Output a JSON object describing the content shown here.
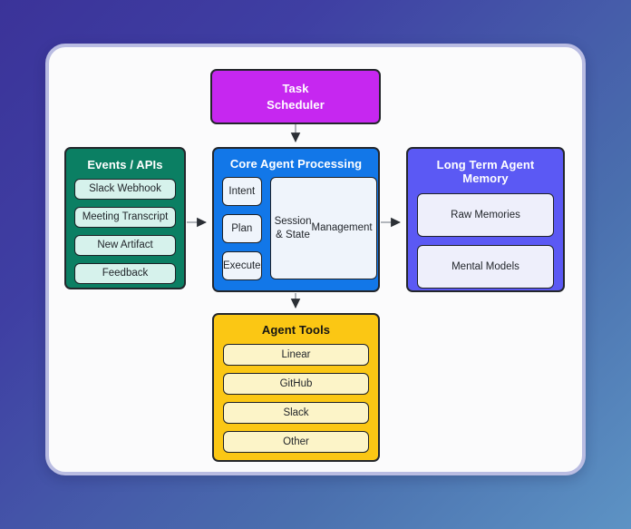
{
  "background": {
    "gradient_from": "#3b3399",
    "gradient_to": "#5d93c4"
  },
  "card": {
    "background": "#fbfbfc",
    "border_color": "#b9bce2"
  },
  "diagram": {
    "type": "flowchart",
    "nodes": [
      {
        "id": "task-scheduler",
        "title": "Task\nScheduler",
        "title_line1": "Task",
        "title_line2": "Scheduler",
        "color": "#c627f0",
        "title_color": "#ffffff",
        "items": []
      },
      {
        "id": "events-apis",
        "title": "Events / APIs",
        "color": "#0b7f63",
        "title_color": "#ffffff",
        "chip_color": "#d6f2ec",
        "items": [
          "Slack Webhook",
          "Meeting Transcript",
          "New Artifact",
          "Feedback"
        ]
      },
      {
        "id": "core-agent-processing",
        "title": "Core Agent Processing",
        "color": "#1277e8",
        "title_color": "#ffffff",
        "chip_color": "#eff4fb",
        "items": [
          "Intent",
          "Plan",
          "Execute"
        ],
        "panel": "Session & State Management",
        "panel_line1": "Session & State",
        "panel_line2": "Management"
      },
      {
        "id": "long-term-agent-memory",
        "title": "Long Term Agent Memory",
        "color": "#5b59f4",
        "title_color": "#ffffff",
        "chip_color": "#eeeffb",
        "items": [
          "Raw Memories",
          "Mental Models"
        ]
      },
      {
        "id": "agent-tools",
        "title": "Agent Tools",
        "color": "#fbc714",
        "title_color": "#141414",
        "chip_color": "#fcf4c8",
        "items": [
          "Linear",
          "GitHub",
          "Slack",
          "Other"
        ]
      }
    ],
    "connectors": [
      {
        "id": "scheduler-to-core",
        "from": "task-scheduler",
        "to": "core-agent-processing",
        "direction": "down"
      },
      {
        "id": "events-to-core",
        "from": "events-apis",
        "to": "core-agent-processing",
        "direction": "right"
      },
      {
        "id": "core-to-memory",
        "from": "core-agent-processing",
        "to": "long-term-agent-memory",
        "direction": "right"
      },
      {
        "id": "core-to-tools",
        "from": "core-agent-processing",
        "to": "agent-tools",
        "direction": "down"
      }
    ],
    "connector_color": "#9aa0a6",
    "arrowhead_color": "#2b2f35"
  }
}
